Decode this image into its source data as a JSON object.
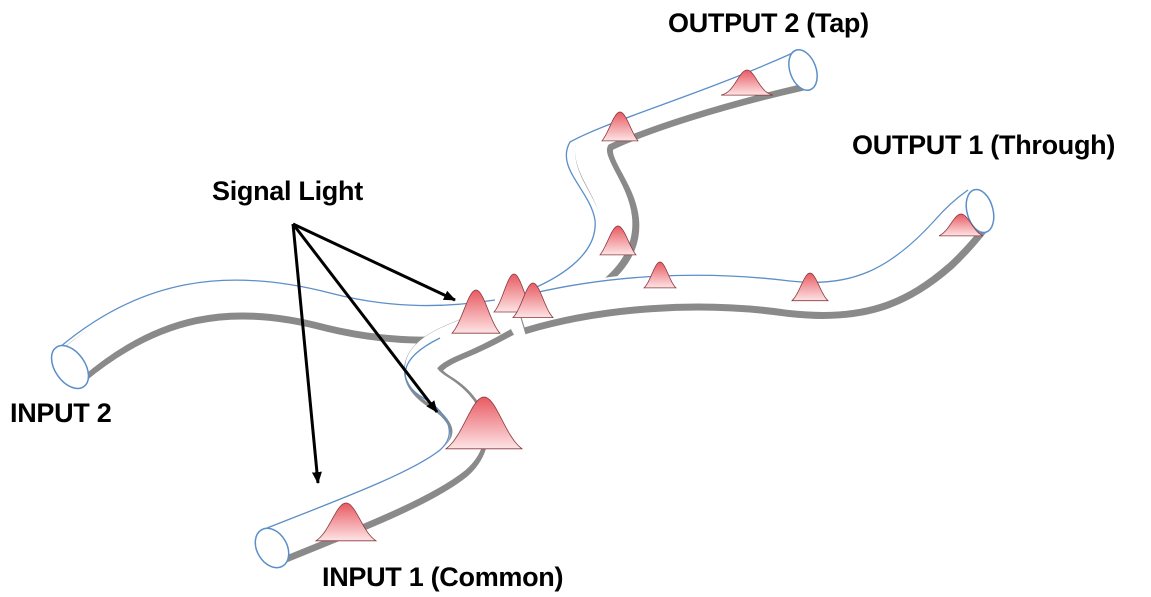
{
  "labels": {
    "signal_light": "Signal Light",
    "input_1": "INPUT 1 (Common)",
    "input_2": "INPUT 2",
    "output_1": "OUTPUT 1 (Through)",
    "output_2": "OUTPUT 2 (Tap)"
  },
  "colors": {
    "fiber_outline": "#5b8fc8",
    "fiber_shadow": "#7a7a7a",
    "pulse": "#e85a62",
    "pulse_light": "#fde4e5",
    "arrow": "#000000"
  }
}
